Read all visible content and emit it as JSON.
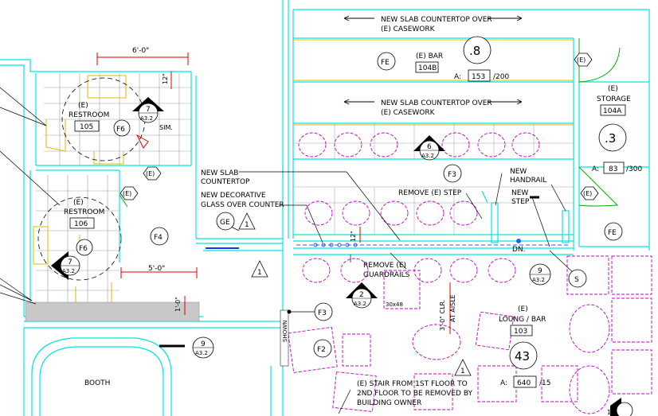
{
  "colors": {
    "wall": "#00e5e5",
    "furniture": "#c000c0",
    "fixture": "#e6b800",
    "dimension": "#e00000",
    "door": "#00b000",
    "ink": "#000000",
    "floor": "#9aa0a0"
  },
  "dims": {
    "top": "6'-0\"",
    "small_12": "12\"",
    "mid": "5'-0\"",
    "v_1_0": "1'-0\"",
    "v_12_b": "12\"",
    "clr_a": "3'-0\" CLR.",
    "clr_b": "AT AISLE"
  },
  "rooms": {
    "restroom105": {
      "e": "(E)",
      "name": "RESTROOM",
      "num": "105",
      "tag": "F6"
    },
    "restroom106": {
      "e": "(E)",
      "name": "RESTROOM",
      "num": "106",
      "tag": "F6"
    },
    "bar": {
      "e": "(E) BAR",
      "num": "104B",
      "area_prefix": "A:",
      "area": "153",
      "area_suffix": "/200",
      "occ": ".8",
      "tag": "FE"
    },
    "storage": {
      "e": "(E)",
      "name": "STORAGE",
      "num": "104A",
      "occ": ".3",
      "area_prefix": "A:",
      "area": "83",
      "area_suffix": "/300",
      "tag": "FE"
    },
    "lounge": {
      "e": "(E)",
      "name": "LOUNG / BAR",
      "num": "103",
      "occ": "43",
      "area_prefix": "A:",
      "area": "640",
      "area_suffix": "/15"
    }
  },
  "notes": {
    "slab_over_1": "NEW SLAB COUNTERTOP OVER",
    "slab_over_1b": "(E) CASEWORK",
    "slab_over_2": "NEW SLAB COUNTERTOP OVER",
    "slab_over_2b": "(E) CASEWORK",
    "new_slab_a": "NEW SLAB",
    "new_slab_b": "COUNTERTOP",
    "glass_a": "NEW DECORATIVE",
    "glass_b": "GLASS OVER COUNTER",
    "remove_step": "REMOVE (E) STEP",
    "handrail_a": "NEW",
    "handrail_b": "HANDRAIL",
    "new_step_a": "NEW",
    "new_step_b": "STEP",
    "dn": "DN.",
    "guardrails_a": "REMOVE (E)",
    "guardrails_b": "GUARDRAILS",
    "stair_a": "(E) STAIR FROM 1ST FLOOR TO",
    "stair_b": "2ND FLOOR TO BE REMOVED BY",
    "stair_c": "BUILDING OWNER",
    "sim": "SIM.",
    "booth": "BOOTH",
    "small_30x48": "30x48",
    "small_vert": "SHOWN"
  },
  "tags": {
    "e_hex": "(E)",
    "f3": "F3",
    "f4": "F4",
    "f2": "F2",
    "ge": "GE",
    "s": "S",
    "delta1": "1"
  },
  "sections": {
    "s7a": {
      "num": "7",
      "sheet": "A3.2"
    },
    "s7b": {
      "num": "7",
      "sheet": "A3.2"
    },
    "s6": {
      "num": "6",
      "sheet": "A3.2"
    },
    "s2": {
      "num": "2",
      "sheet": "A3.2"
    },
    "s9a": {
      "num": "9",
      "sheet": "A3.2"
    },
    "s9b": {
      "num": "9",
      "sheet": "A3.2"
    },
    "s1": {
      "num": "1"
    }
  }
}
